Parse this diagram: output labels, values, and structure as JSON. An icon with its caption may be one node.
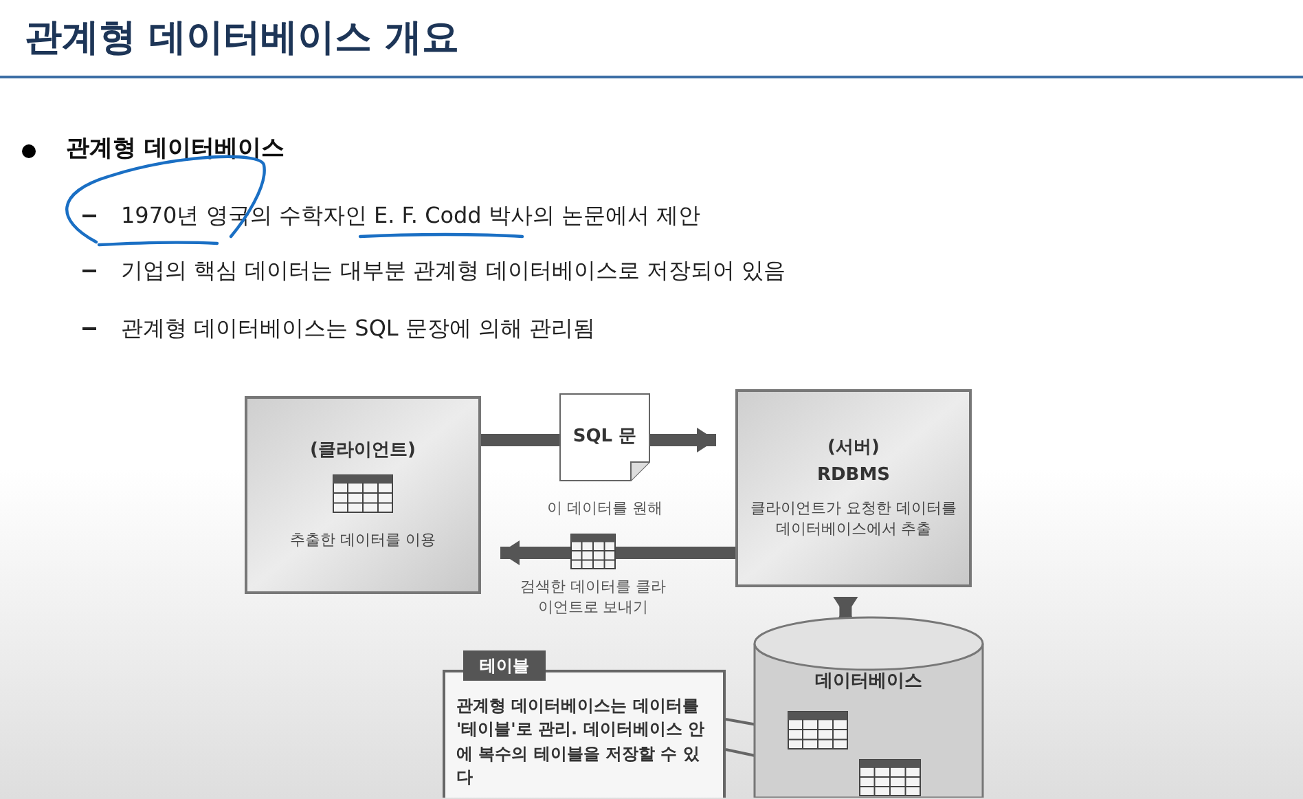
{
  "diagram": {
    "title": "관계형 데이터베이스 개요",
    "nodes": [
      {
        "text": [
          "(클라이언트)",
          "추출한 데이터를 이용"
        ]
      },
      {
        "text": [
          "SQL 문"
        ],
        "beside": [
          "이 데이터를 원해"
        ]
      },
      {
        "text": [
          "(서버)",
          "RDBMS",
          "클라이언트가 요청한 데이터를 데이터베이스에서 추출"
        ]
      },
      {
        "text": [],
        "shape": "table",
        "beside": [
          "검색한 데이터를 클라이언트로 보내기"
        ]
      },
      {
        "text": [
          "데이터베이스"
        ]
      },
      {
        "text": [
          "테이블",
          "관계형 데이터베이스는 데이터를 '테이블'로 관리. 데이터베이스 안에 복수의 테이블을 저장할 수 있다"
        ]
      },
      {
        "text": [],
        "shape": "table",
        "in": 4
      },
      {
        "text": [],
        "shape": "table",
        "in": 4
      }
    ],
    "edges": [
      {
        "from": 0,
        "to": 1,
        "arrow": "none"
      },
      {
        "from": 1,
        "to": 2,
        "arrow": "to"
      },
      {
        "from": 2,
        "to": 3,
        "arrow": "none"
      },
      {
        "from": 3,
        "to": 0,
        "arrow": "to"
      },
      {
        "from": 2,
        "to": 4,
        "arrow": "both"
      },
      {
        "from": 5,
        "to": 6,
        "arrow": "none"
      },
      {
        "from": 5,
        "to": 7,
        "arrow": "none"
      }
    ],
    "labels": [
      "관계형 데이터베이스",
      "1970년 영국의 수학자인 E. F. Codd  박사의 논문에서 제안",
      "기업의 핵심 데이터는 대부분 관계형 데이터베이스로 저장되어 있음",
      "관계형 데이터베이스는 SQL 문장에 의해 관리됨"
    ]
  }
}
